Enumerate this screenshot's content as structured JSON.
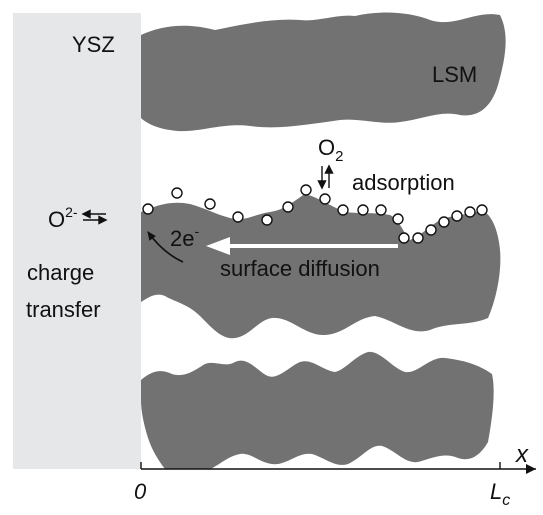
{
  "labels": {
    "ysz": "YSZ",
    "lsm": "LSM",
    "o2": "O",
    "o2_sub": "2",
    "adsorption": "adsorption",
    "oxide_ion": "O",
    "oxide_ion_sup": "2-",
    "electrons": "2e",
    "electrons_sup": "-",
    "surface_diffusion": "surface diffusion",
    "charge": "charge",
    "transfer": "transfer",
    "axis_x": "x",
    "axis_origin": "0",
    "axis_end": "L",
    "axis_end_sub": "c"
  },
  "colors": {
    "electrolyte": "#e6e7e9",
    "lsm": "#727272",
    "arrow": "#ffffff",
    "ink": "#111111"
  }
}
